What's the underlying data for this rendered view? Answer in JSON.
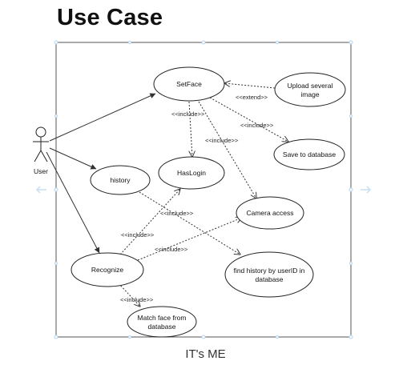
{
  "title": "Use Case",
  "caption": "IT's ME",
  "actor": {
    "label": "User"
  },
  "use_cases": {
    "setface": "SetFace",
    "upload": [
      "Upload several",
      "image"
    ],
    "save_db": "Save to database",
    "history": "history",
    "haslogin": "HasLogin",
    "camera": "Camera access",
    "recognize": "Recognize",
    "find_history": [
      "find history by userID in",
      "database"
    ],
    "match_face": [
      "Match face from",
      "database"
    ]
  },
  "relations": {
    "extend": "<<extend>>",
    "include": "<<include>>",
    "include_arrow": "<<include>>"
  }
}
